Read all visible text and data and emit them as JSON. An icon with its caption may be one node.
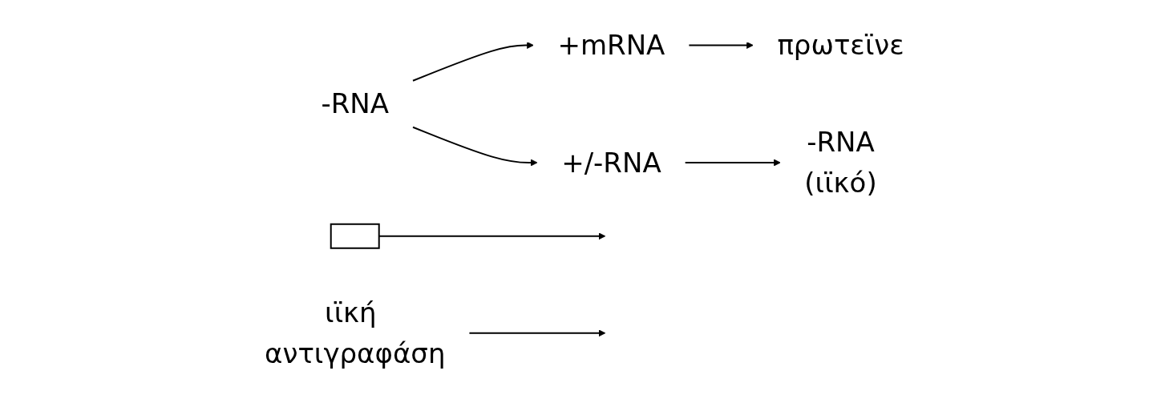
{
  "diagram": {
    "nodes": [
      {
        "text": [
          "-RNA"
        ]
      },
      {
        "text": [
          "+mRNA"
        ]
      },
      {
        "text": [
          "πρωτεϊνε"
        ]
      },
      {
        "text": [
          "+/-RNA"
        ]
      },
      {
        "text": [
          "-RNA"
        ],
        "beside": [
          "(ιϊκό)"
        ]
      },
      {
        "text": [
          "ιϊκή αντιγραφάση"
        ]
      },
      {
        "text": [],
        "shape": "box"
      }
    ],
    "edges": [
      {
        "from": 6,
        "to": null,
        "arrow": "to"
      },
      {
        "from": 0,
        "to": 1,
        "arrow": "to"
      },
      {
        "from": 1,
        "to": 2,
        "arrow": "to"
      },
      {
        "from": 0,
        "to": 3,
        "arrow": "to"
      },
      {
        "from": 3,
        "to": 4,
        "arrow": "to"
      },
      {
        "from": 5,
        "to": null,
        "arrow": "to"
      }
    ]
  }
}
